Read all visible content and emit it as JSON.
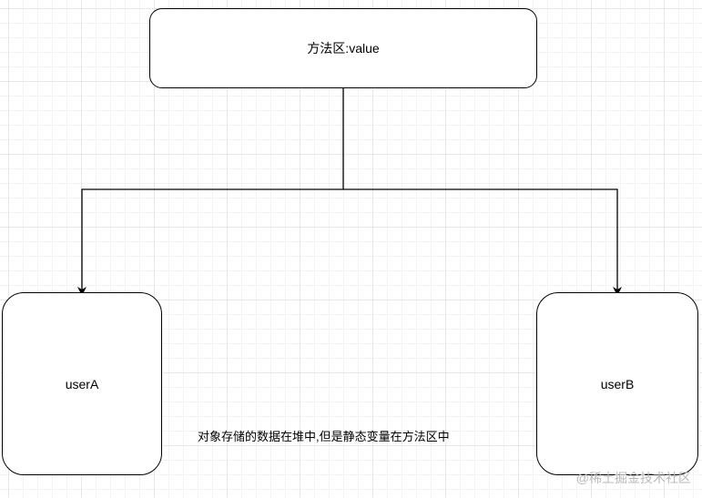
{
  "nodes": {
    "method_area": "方法区:value",
    "user_a": "userA",
    "user_b": "userB"
  },
  "note": "对象存储的数据在堆中,但是静态变量在方法区中",
  "watermark": "@稀土掘金技术社区",
  "colors": {
    "stroke": "#000000",
    "grid": "#e7e7e7",
    "watermark": "#b9b9b9"
  }
}
